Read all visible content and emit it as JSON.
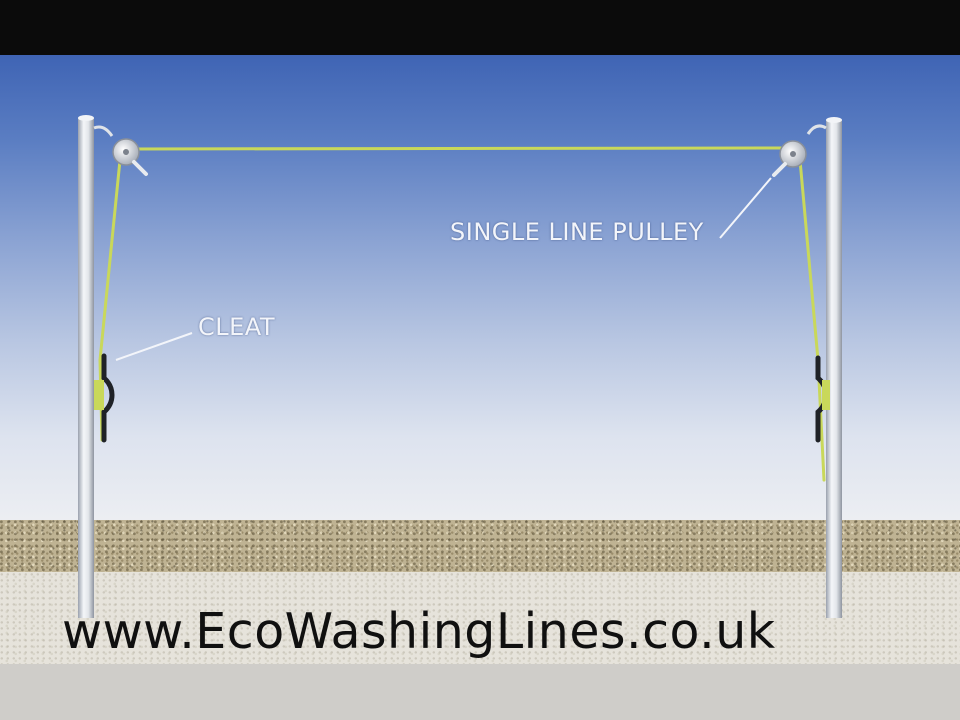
{
  "labels": {
    "pulley": "SINGLE LINE PULLEY",
    "cleat": "CLEAT"
  },
  "website": "www.EcoWashingLines.co.uk",
  "colors": {
    "line": "#c9d85a",
    "post": "#d9dde3",
    "label": "#f3f5fa"
  }
}
